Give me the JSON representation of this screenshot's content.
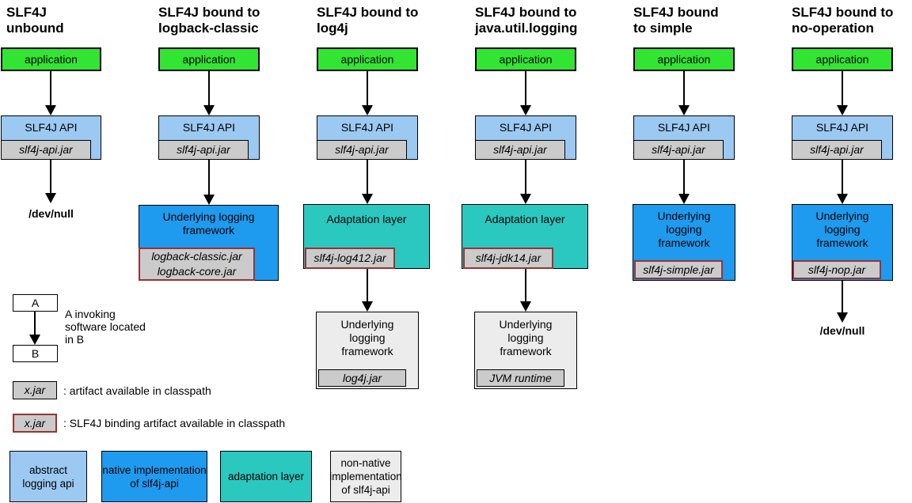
{
  "columns": [
    {
      "title": "SLF4J\nunbound",
      "app": "application",
      "api": "SLF4J API",
      "api_jar": "slf4j-api.jar",
      "devnull": "/dev/null"
    },
    {
      "title": "SLF4J bound to\nlogback-classic",
      "app": "application",
      "api": "SLF4J API",
      "api_jar": "slf4j-api.jar",
      "framework": "Underlying logging\nframework",
      "framework_jars": "logback-classic.jar\nlogback-core.jar"
    },
    {
      "title": "SLF4J bound to\nlog4j",
      "app": "application",
      "api": "SLF4J API",
      "api_jar": "slf4j-api.jar",
      "adapter": "Adaptation layer",
      "adapter_jar": "slf4j-log412.jar",
      "framework": "Underlying\nlogging\nframework",
      "framework_jar": "log4j.jar"
    },
    {
      "title": "SLF4J bound to\njava.util.logging",
      "app": "application",
      "api": "SLF4J API",
      "api_jar": "slf4j-api.jar",
      "adapter": "Adaptation layer",
      "adapter_jar": "slf4j-jdk14.jar",
      "framework": "Underlying\nlogging\nframework",
      "framework_jar": "JVM runtime"
    },
    {
      "title": "SLF4J bound\nto simple",
      "app": "application",
      "api": "SLF4J API",
      "api_jar": "slf4j-api.jar",
      "framework": "Underlying\nlogging\nframework",
      "framework_jar": "slf4j-simple.jar"
    },
    {
      "title": "SLF4J bound to\nno-operation",
      "app": "application",
      "api": "SLF4J API",
      "api_jar": "slf4j-api.jar",
      "framework": "Underlying\nlogging\nframework",
      "framework_jar": "slf4j-nop.jar",
      "devnull": "/dev/null"
    }
  ],
  "legend": {
    "invoking": {
      "a": "A",
      "b": "B",
      "caption": "A invoking\nsoftware located\nin B"
    },
    "artifact": {
      "box": "x.jar",
      "caption": ": artifact available in classpath"
    },
    "binding": {
      "box": "x.jar",
      "caption": ": SLF4J binding artifact available in classpath"
    },
    "keys": [
      {
        "label": "abstract\nlogging api"
      },
      {
        "label": "native implementation\nof slf4j-api"
      },
      {
        "label": "adaptation layer"
      },
      {
        "label": "non-native\nimplementation\nof slf4j-api"
      }
    ]
  },
  "colors": {
    "application_green": "#33E533",
    "abstract_api_blue": "#9CC9F2",
    "native_impl_blue": "#1E9BEF",
    "adaptation_teal": "#2BC8C0",
    "non_native_gray": "#ECECEC",
    "jar_gray": "#CBCBCB",
    "binding_border_red": "#993333"
  }
}
